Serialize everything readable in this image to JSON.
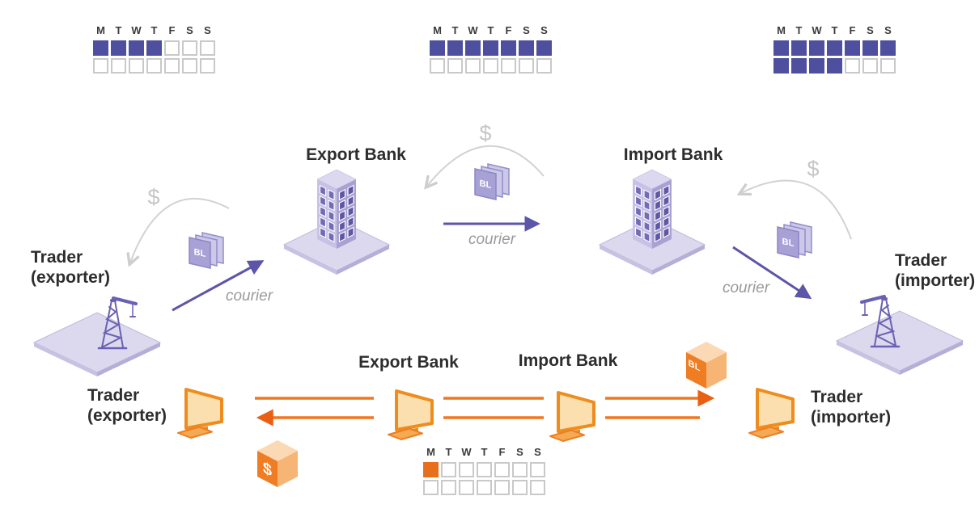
{
  "colors": {
    "calendar_purple": "#4e4f9f",
    "calendar_orange": "#e8701d",
    "calendar_empty_border": "#c9c9c9",
    "purple_arrow": "#5d55a8",
    "lavender_fill": "#c7c2e5",
    "orange_line": "#f0761f",
    "arc_gray": "#d2d2d2",
    "label_dark": "#2d2d2d",
    "courier_gray": "#9a9a9a"
  },
  "day_letters": [
    "M",
    "T",
    "W",
    "T",
    "F",
    "S",
    "S"
  ],
  "calendars": [
    {
      "id": "traditional-exporter-weeks",
      "theme": "purple",
      "rows": [
        [
          1,
          1,
          1,
          1,
          0,
          0,
          0
        ],
        [
          0,
          0,
          0,
          0,
          0,
          0,
          0
        ]
      ]
    },
    {
      "id": "traditional-banks-weeks",
      "theme": "purple",
      "rows": [
        [
          1,
          1,
          1,
          1,
          1,
          1,
          1
        ],
        [
          0,
          0,
          0,
          0,
          0,
          0,
          0
        ]
      ]
    },
    {
      "id": "traditional-importer-weeks",
      "theme": "purple",
      "rows": [
        [
          1,
          1,
          1,
          1,
          1,
          1,
          1
        ],
        [
          1,
          1,
          1,
          1,
          0,
          0,
          0
        ]
      ]
    },
    {
      "id": "digital-weeks",
      "theme": "orange",
      "rows": [
        [
          1,
          0,
          0,
          0,
          0,
          0,
          0
        ],
        [
          0,
          0,
          0,
          0,
          0,
          0,
          0
        ]
      ]
    }
  ],
  "traditional_flow": {
    "trader_exporter_line1": "Trader",
    "trader_exporter_line2": "(exporter)",
    "export_bank_label": "Export Bank",
    "import_bank_label": "Import Bank",
    "trader_importer_line1": "Trader",
    "trader_importer_line2": "(importer)",
    "courier_label_1": "courier",
    "courier_label_2": "courier",
    "courier_label_3": "courier",
    "dollar_1": "$",
    "dollar_2": "$",
    "dollar_3": "$",
    "bl_doc_label_1": "BL",
    "bl_doc_label_2": "BL",
    "bl_doc_label_3": "BL"
  },
  "digital_flow": {
    "trader_exporter_line1": "Trader",
    "trader_exporter_line2": "(exporter)",
    "export_bank_label": "Export Bank",
    "import_bank_label": "Import Bank",
    "trader_importer_line1": "Trader",
    "trader_importer_line2": "(importer)",
    "bl_cube_label": "BL",
    "dollar_cube_label": "$"
  }
}
